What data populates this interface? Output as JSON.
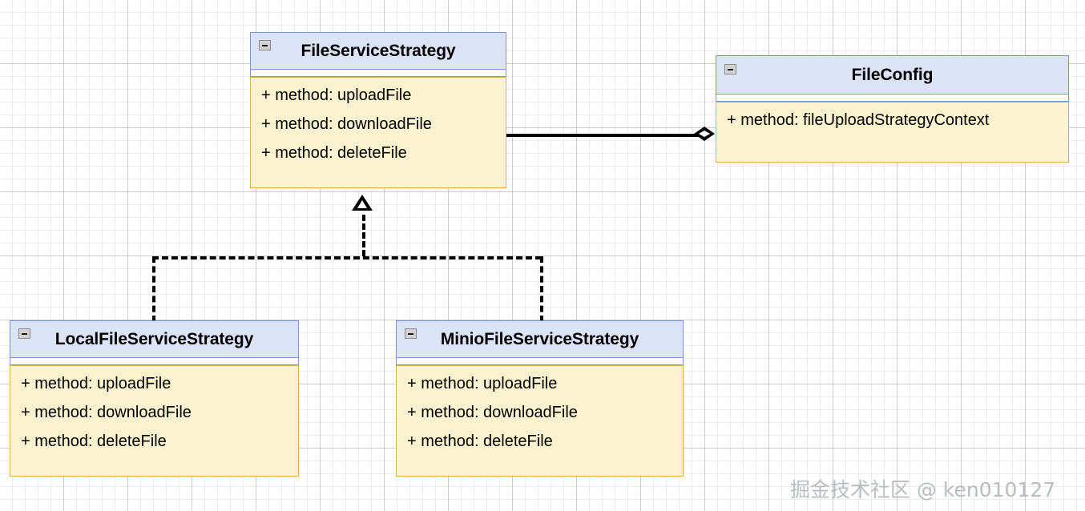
{
  "diagram": {
    "type": "uml-class-diagram",
    "background": "#ffffff",
    "grid": true,
    "colors": {
      "header_fill": "#dce3f7",
      "header_border": "#7d96c8",
      "body_fill": "#fbf2cf",
      "body_border": "#d6b352",
      "connector": "#000000",
      "watermark": "#b9bcc2"
    }
  },
  "classes": [
    {
      "id": "file-service-strategy",
      "name": "FileServiceStrategy",
      "collapse_icon": "minus-box-icon",
      "members": [
        "+ method: uploadFile",
        "+ method: downloadFile",
        "+ method: deleteFile"
      ]
    },
    {
      "id": "file-config",
      "name": "FileConfig",
      "collapse_icon": "minus-box-icon",
      "members": [
        "+ method: fileUploadStrategyContext"
      ]
    },
    {
      "id": "local-file-service-strategy",
      "name": "LocalFileServiceStrategy",
      "collapse_icon": "minus-box-icon",
      "members": [
        "+ method: uploadFile",
        "+ method: downloadFile",
        "+ method: deleteFile"
      ]
    },
    {
      "id": "minio-file-service-strategy",
      "name": "MinioFileServiceStrategy",
      "collapse_icon": "minus-box-icon",
      "members": [
        "+ method: uploadFile",
        "+ method: downloadFile",
        "+ method: deleteFile"
      ]
    }
  ],
  "relationships": [
    {
      "id": "aggregation-strategy-config",
      "kind": "aggregation",
      "from": "FileServiceStrategy",
      "to": "FileConfig",
      "line": "solid",
      "marker": "hollow-diamond"
    },
    {
      "id": "realization-local",
      "kind": "realization",
      "from": "LocalFileServiceStrategy",
      "to": "FileServiceStrategy",
      "line": "dashed",
      "marker": "hollow-triangle"
    },
    {
      "id": "realization-minio",
      "kind": "realization",
      "from": "MinioFileServiceStrategy",
      "to": "FileServiceStrategy",
      "line": "dashed",
      "marker": "hollow-triangle"
    }
  ],
  "watermark": {
    "text": "掘金技术社区 @ ken010127"
  }
}
